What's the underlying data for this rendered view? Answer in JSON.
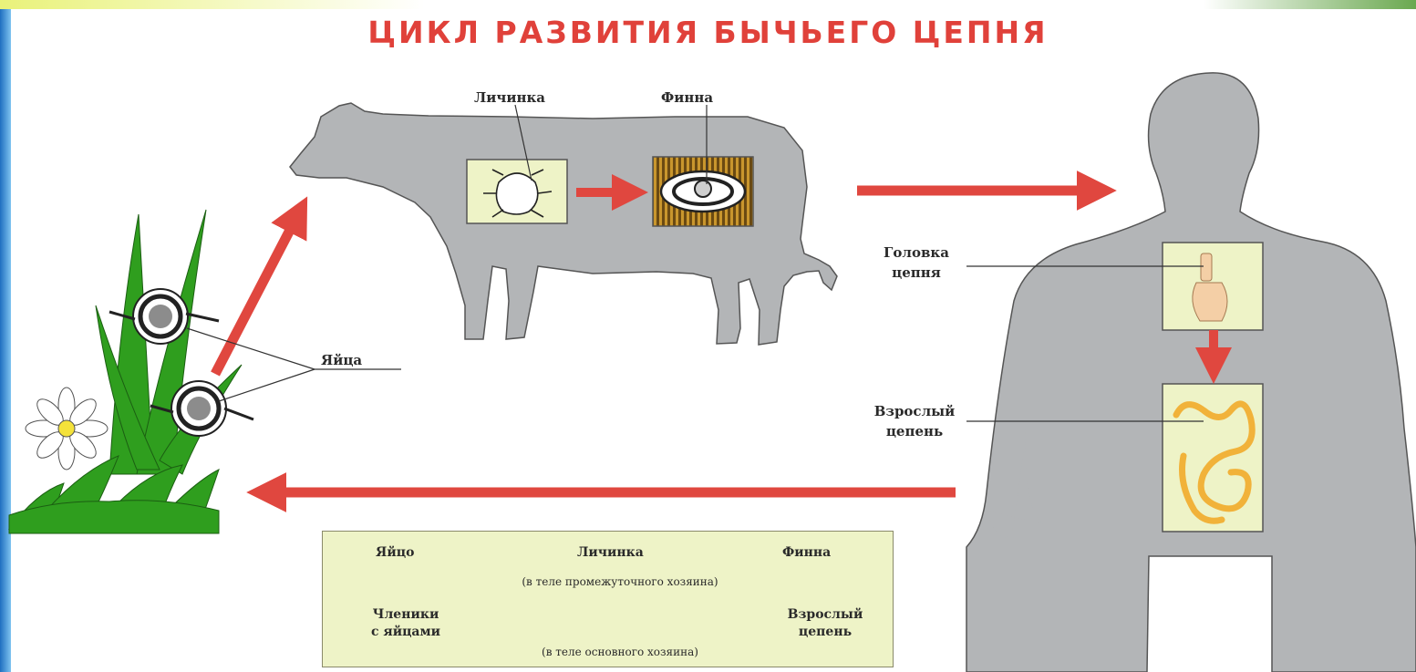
{
  "title": "ЦИКЛ РАЗВИТИЯ БЫЧЬЕГО ЦЕПНЯ",
  "labels": {
    "larva": "Личинка",
    "finna": "Финна",
    "eggs": "Яйца",
    "head_line1": "Головка",
    "head_line2": "цепня",
    "adult_line1": "Взрослый",
    "adult_line2": "цепень"
  },
  "cycle": {
    "egg": "Яйцо",
    "larva": "Личинка",
    "finna": "Финна",
    "note_intermediate": "(в теле промежуточного хозяина)",
    "segments_line1": "Членики",
    "segments_line2": "с яйцами",
    "adult_line1": "Взрослый",
    "adult_line2": "цепень",
    "note_main": "(в теле основного хозяина)"
  },
  "colors": {
    "title": "#e0413a",
    "arrow": "#e0473f",
    "silhouette": "#b3b5b7",
    "box": "#eef3c7",
    "grass": "#2f9e1e",
    "worm": "#f1b23a",
    "sidebar": "#2f8fd8"
  }
}
